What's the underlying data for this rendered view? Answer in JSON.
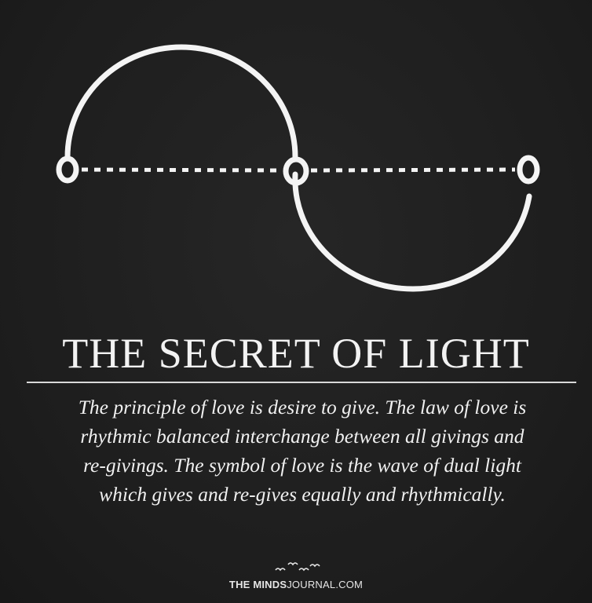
{
  "title": "THE SECRET OF LIGHT",
  "quote": {
    "lines": [
      "The principle of love is desire to give. The law of love is",
      "rhythmic balanced interchange between all givings and",
      "re-givings. The symbol of love is the wave of dual light",
      "which gives and re-gives equally and rhythmically."
    ]
  },
  "logo": {
    "the": "THE",
    "minds": "MINDS",
    "journal": "JOURNAL",
    "com": ".COM",
    "icon": "birds-icon"
  },
  "colors": {
    "background": "#1f1f1f",
    "foreground": "#f2f2f2"
  }
}
